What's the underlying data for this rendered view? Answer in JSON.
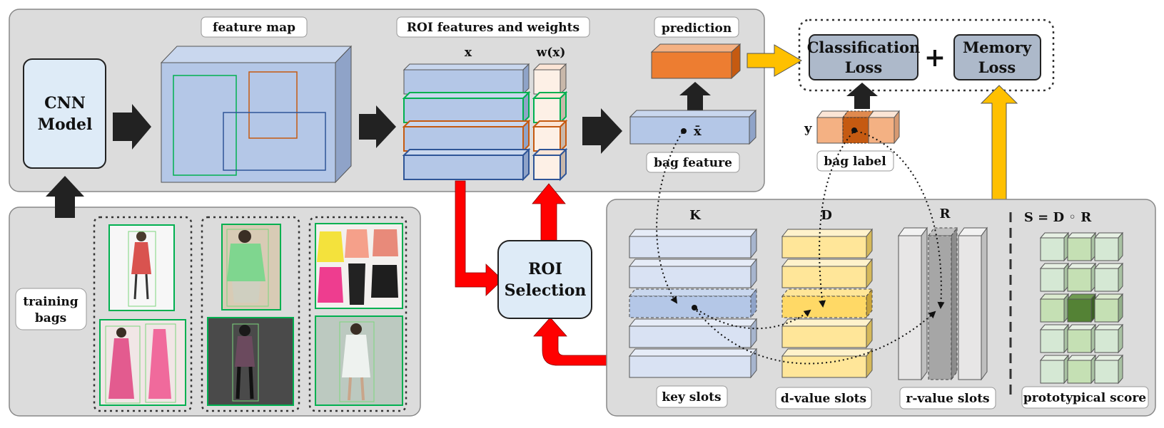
{
  "labels": {
    "cnn_model_line1": "CNN",
    "cnn_model_line2": "Model",
    "feature_map": "feature map",
    "roi_features": "ROI features and weights",
    "x_label": "x",
    "wx_label": "w(x)",
    "prediction": "prediction",
    "xbar_label": "x̄",
    "bag_feature": "bag feature",
    "classification_loss_line1": "Classification",
    "classification_loss_line2": "Loss",
    "plus": "+",
    "memory_loss_line1": "Memory",
    "memory_loss_line2": "Loss",
    "y_label": "y",
    "bag_label": "bag label",
    "roi_selection_line1": "ROI",
    "roi_selection_line2": "Selection",
    "training_bags_line1": "training",
    "training_bags_line2": "bags",
    "k_label": "K",
    "d_label": "D",
    "r_label": "R",
    "s_formula": "S = D ◦ R",
    "key_slots": "key slots",
    "d_value_slots": "d-value slots",
    "r_value_slots": "r-value slots",
    "prototypical_score": "prototypical score"
  },
  "colors": {
    "panel_gray": "#dcdcdc",
    "roi_blue": "#b4c7e7",
    "roi_green_border": "#00b050",
    "roi_orange_border": "#c55a11",
    "prediction_orange": "#ed7d31",
    "key_slot_blue": "#d9e2f3",
    "d_slot_yellow": "#ffe699",
    "proto_green": "#d5e8d4",
    "proto_dark_green": "#548235",
    "arrow_red": "#ff0000",
    "arrow_gold": "#ffc000",
    "loss_box_gray": "#adb9ca",
    "label_light_orange": "#f4b183",
    "label_dark_orange": "#c55a11"
  }
}
